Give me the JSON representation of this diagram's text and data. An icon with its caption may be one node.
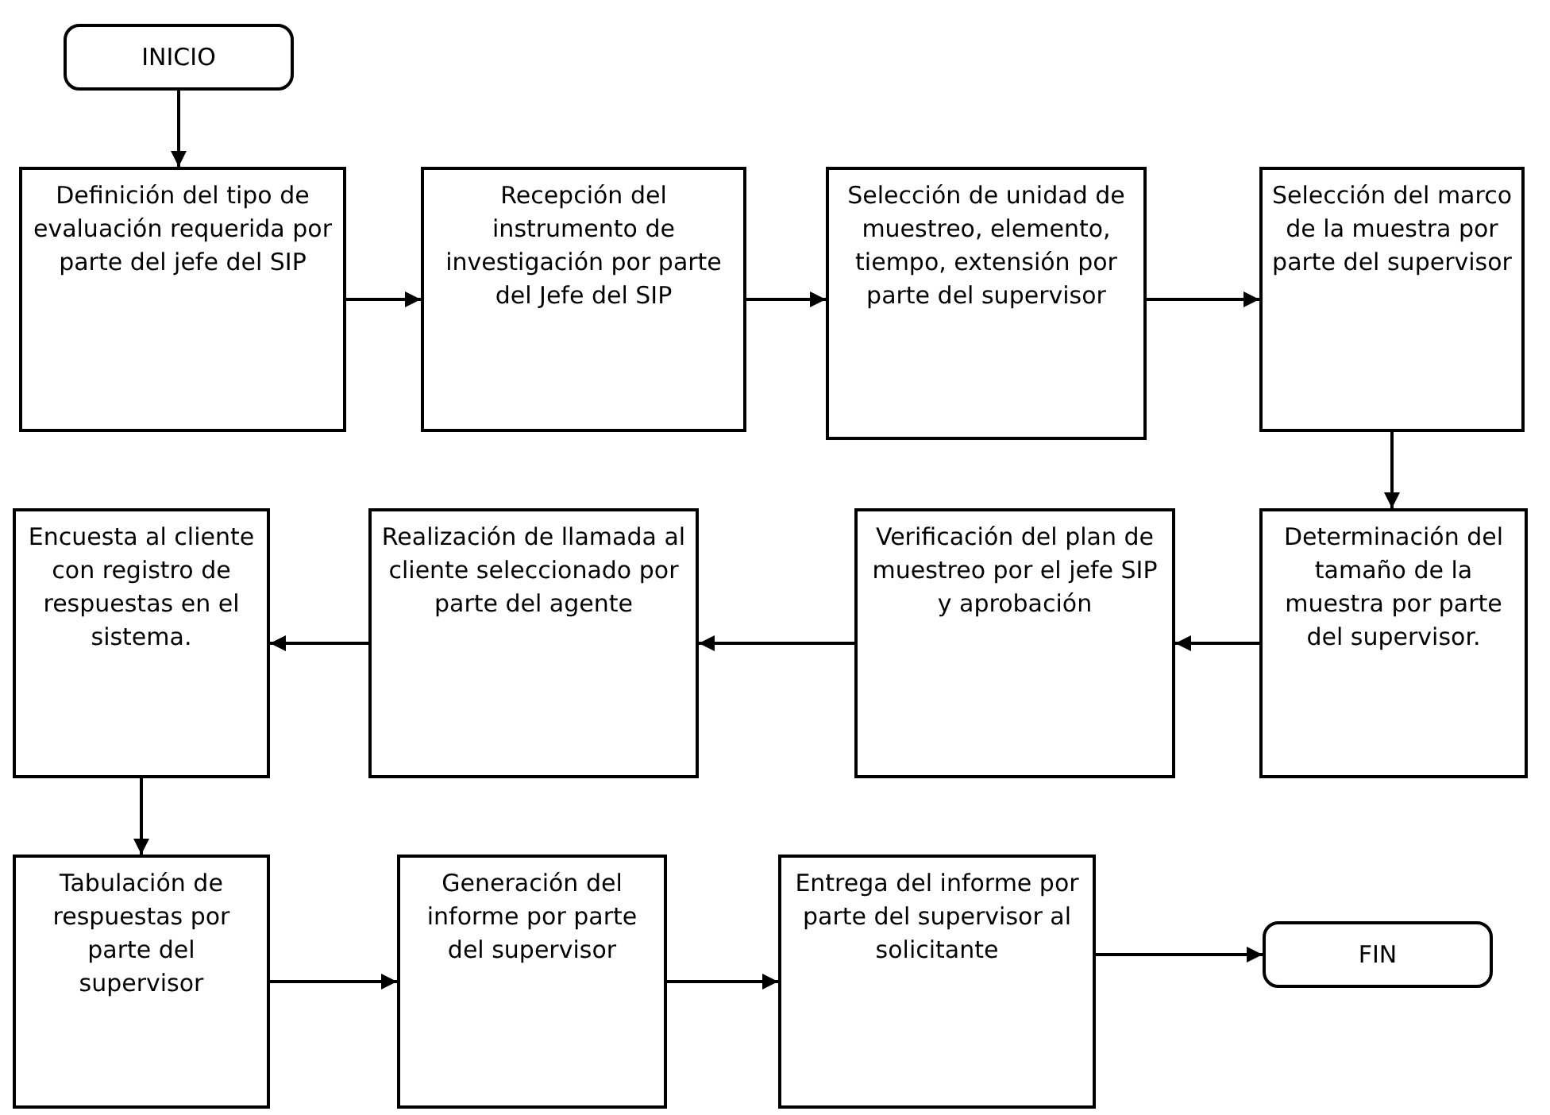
{
  "diagram": {
    "nodes": [
      {
        "text": [
          "INICIO"
        ]
      },
      {
        "text": [
          "Definición del tipo de evaluación requerida por parte del jefe del SIP"
        ]
      },
      {
        "text": [
          "Recepción del instrumento de investigación por parte del Jefe del SIP"
        ]
      },
      {
        "text": [
          "Selección de unidad de muestreo, elemento, tiempo, extensión por parte del supervisor"
        ]
      },
      {
        "text": [
          "Selección del marco de la muestra por parte del supervisor"
        ]
      },
      {
        "text": [
          "Determinación del tamaño de la muestra por parte del supervisor."
        ]
      },
      {
        "text": [
          "Verificación del plan de muestreo por el jefe  SIP y aprobación"
        ]
      },
      {
        "text": [
          "Realización de llamada al cliente seleccionado por parte del agente"
        ]
      },
      {
        "text": [
          "Encuesta al cliente con registro de respuestas en el sistema."
        ]
      },
      {
        "text": [
          "Tabulación de respuestas por parte del supervisor"
        ]
      },
      {
        "text": [
          "Generación del informe por parte del supervisor"
        ]
      },
      {
        "text": [
          "Entrega del informe por parte del supervisor al solicitante"
        ]
      },
      {
        "text": [
          "FIN"
        ]
      }
    ],
    "edges": [
      {
        "from": 0,
        "to": 1,
        "arrow": "to"
      },
      {
        "from": 1,
        "to": 2,
        "arrow": "to"
      },
      {
        "from": 2,
        "to": 3,
        "arrow": "to"
      },
      {
        "from": 3,
        "to": 4,
        "arrow": "to"
      },
      {
        "from": 4,
        "to": 5,
        "arrow": "to"
      },
      {
        "from": 5,
        "to": 6,
        "arrow": "to"
      },
      {
        "from": 6,
        "to": 7,
        "arrow": "to"
      },
      {
        "from": 7,
        "to": 8,
        "arrow": "to"
      },
      {
        "from": 8,
        "to": 9,
        "arrow": "to"
      },
      {
        "from": 9,
        "to": 10,
        "arrow": "to"
      },
      {
        "from": 10,
        "to": 11,
        "arrow": "to"
      },
      {
        "from": 11,
        "to": 12,
        "arrow": "to"
      }
    ]
  }
}
